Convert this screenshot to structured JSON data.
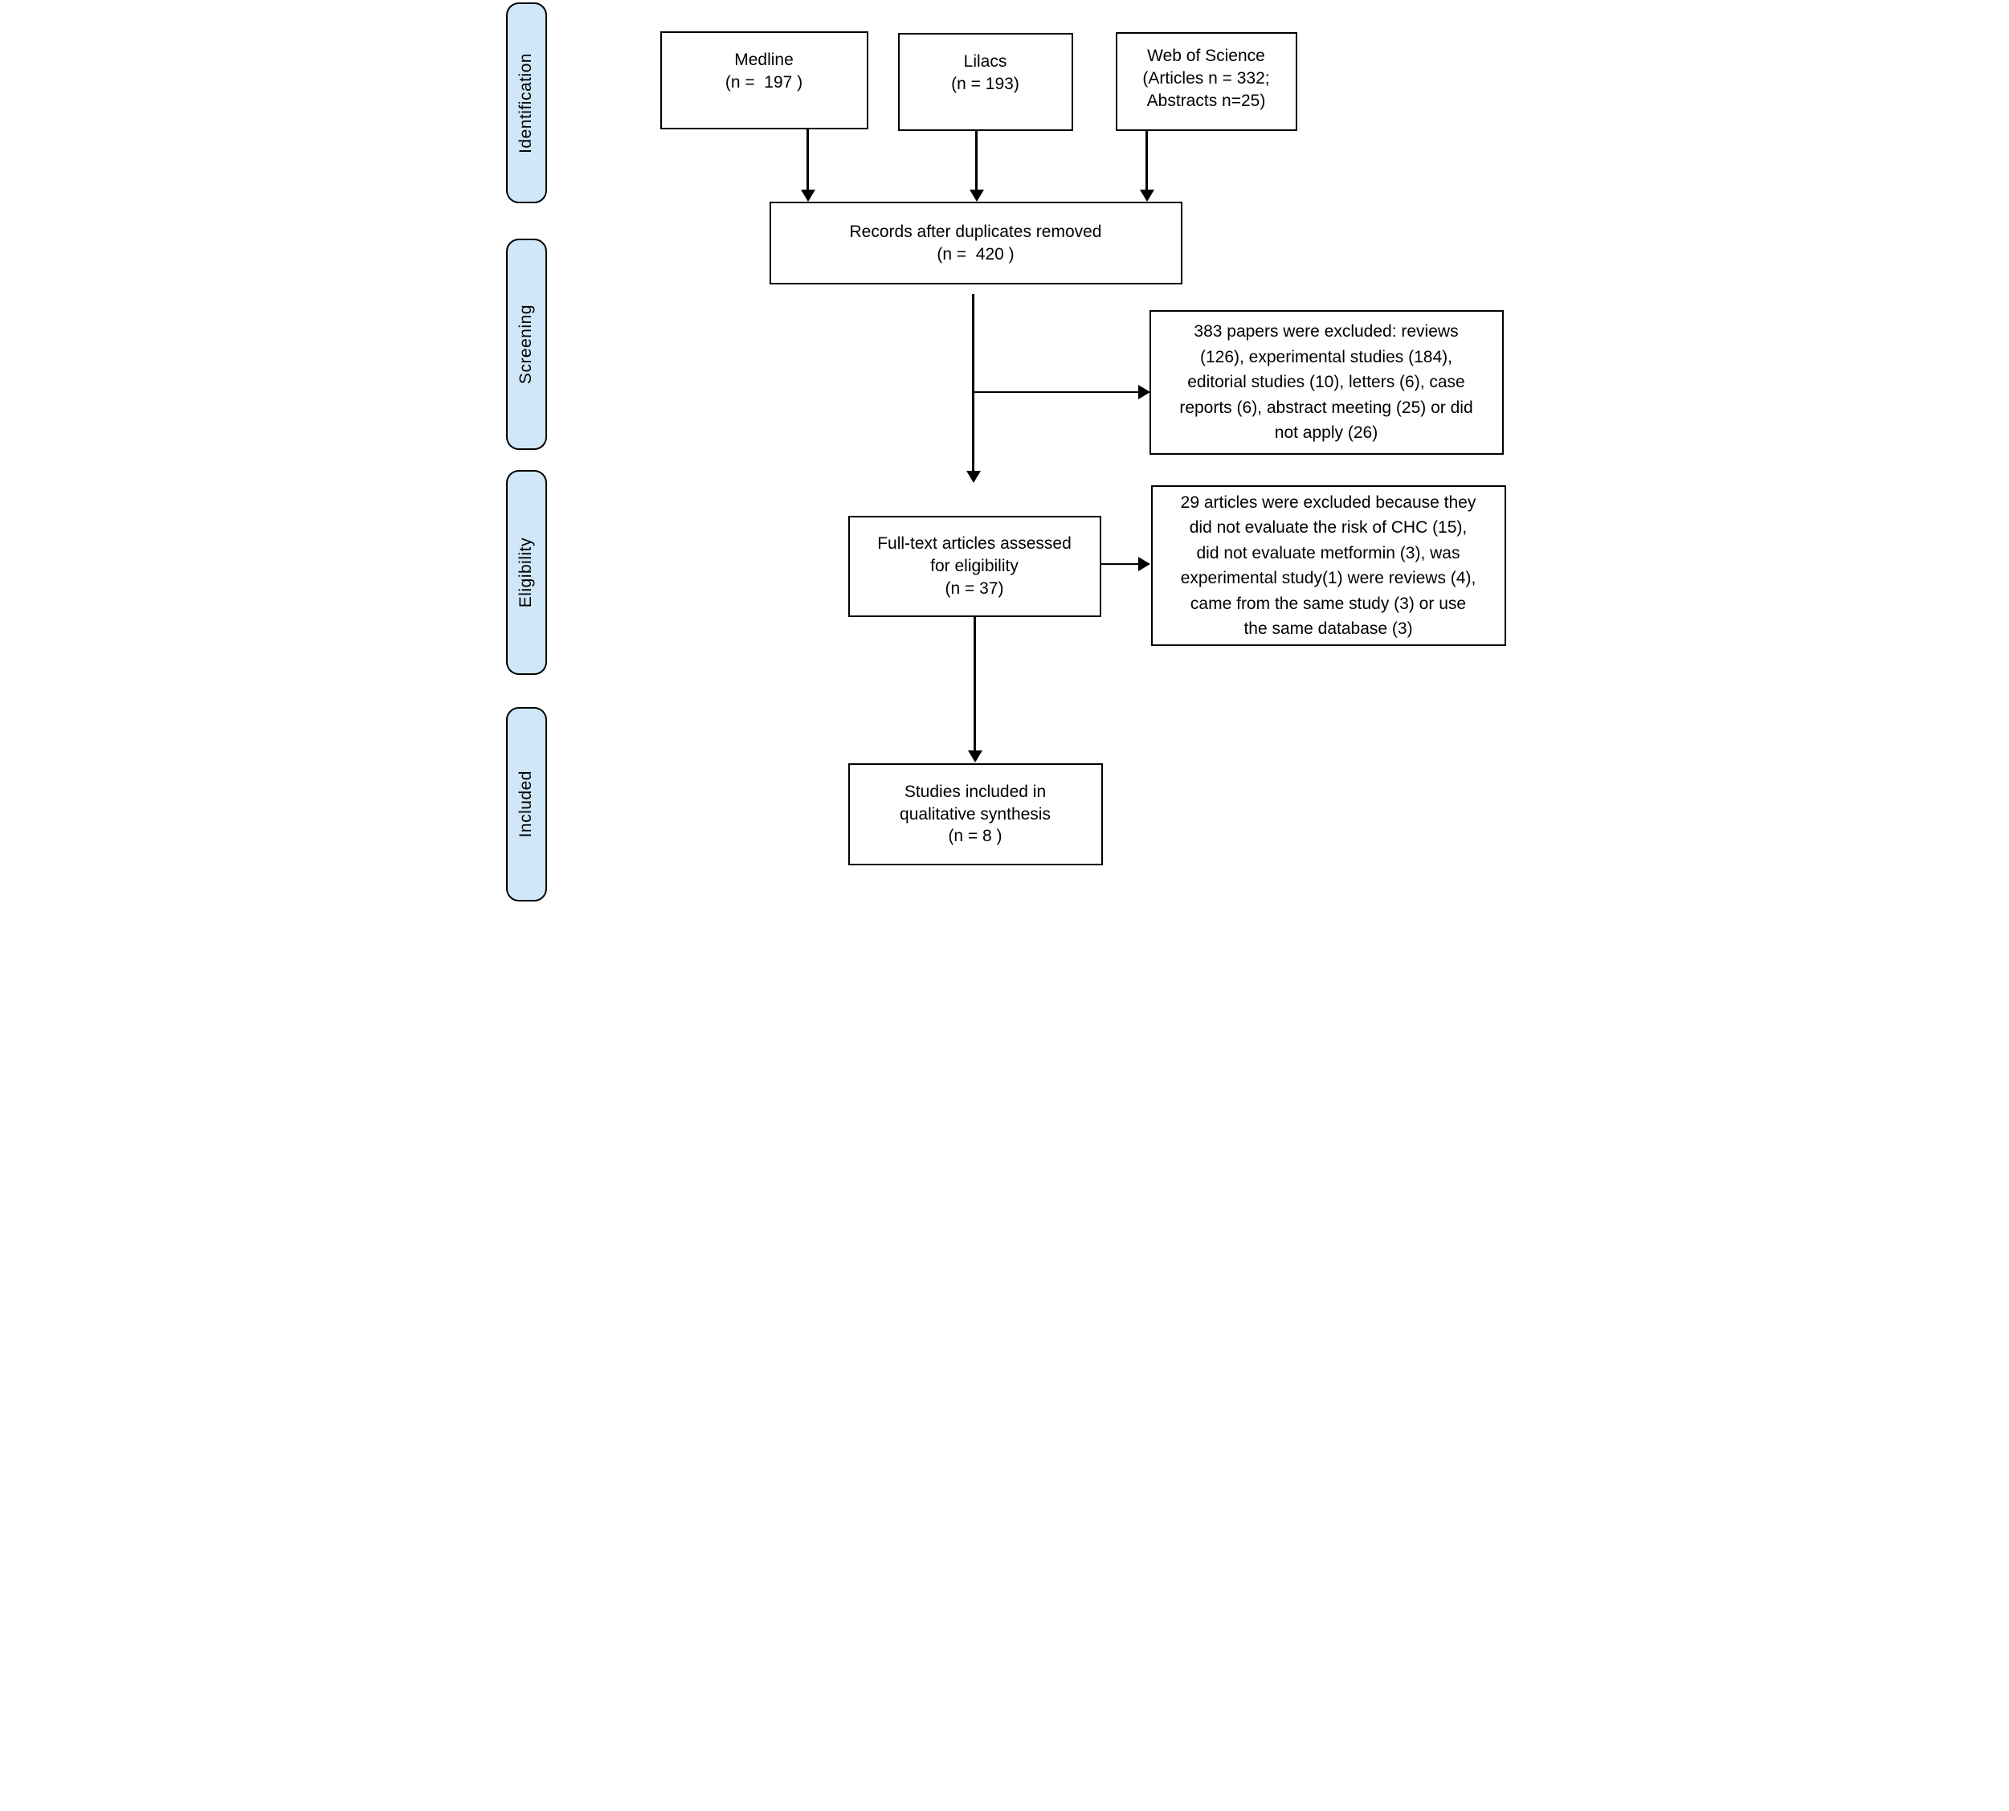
{
  "figure": {
    "colors": {
      "background": "#ffffff",
      "line": "#000000",
      "text": "#000000",
      "stage_fill": "#cfe7f8"
    },
    "stages": [
      "Identification",
      "Screening",
      "Eligibility",
      "Included"
    ],
    "nodes": {
      "medline": {
        "title": "Medline",
        "count": "(n =  197 )"
      },
      "lilacs": {
        "title": "Lilacs",
        "count": "(n = 193)"
      },
      "web_of_science": {
        "title": "Web of Science",
        "count": "(Articles n = 332;\nAbstracts n=25)"
      },
      "records": {
        "title": "Records after duplicates removed",
        "count": "(n =  420 )"
      },
      "excluded_screening": {
        "text": "383 papers were excluded: reviews\n(126), experimental studies (184),\neditorial studies (10), letters (6), case\nreports (6), abstract meeting (25) or did\nnot apply (26)"
      },
      "full_text": {
        "title": "Full-text articles assessed\nfor eligibility",
        "count": "(n = 37)"
      },
      "excluded_eligibility": {
        "text": "29 articles were excluded because they\ndid not evaluate the risk of CHC (15),\ndid not evaluate metformin (3), was\nexperimental study(1) were reviews (4),\ncame from the same study (3) or use\nthe same database (3)"
      },
      "included": {
        "title": "Studies included in\nqualitative synthesis",
        "count": "(n = 8 )"
      }
    }
  }
}
